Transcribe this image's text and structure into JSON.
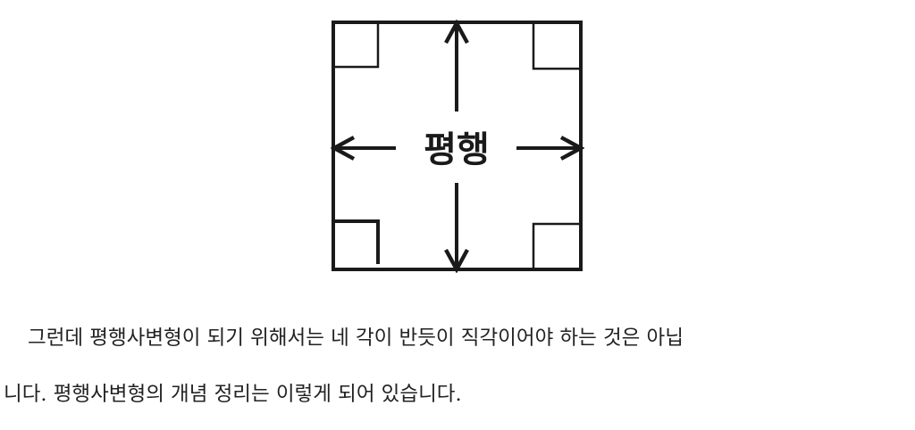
{
  "figure": {
    "label": "평행"
  },
  "paragraph": {
    "line1": "그런데 평행사변형이 되기 위해서는 네 각이 반듯이 직각이어야 하는 것은 아닙",
    "line2": "니다. 평행사변형의 개념 정리는 이렇게 되어 있습니다."
  }
}
